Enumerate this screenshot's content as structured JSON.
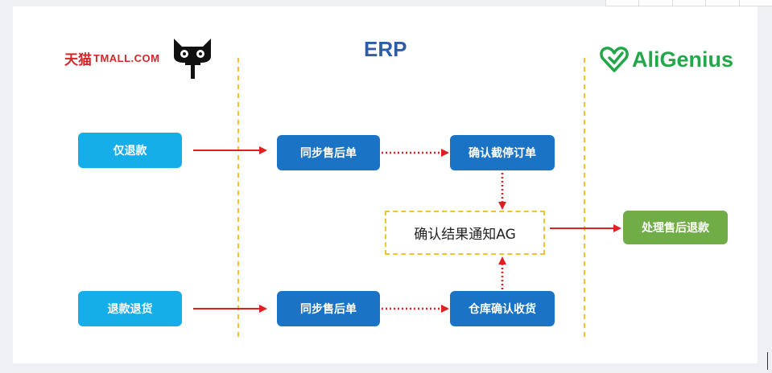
{
  "header": {
    "tmall_logo_cn": "天猫",
    "tmall_logo_en": "TMALL.COM",
    "erp_title": "ERP",
    "aligenius_logo": "AliGenius"
  },
  "boxes": {
    "refund_only": "仅退款",
    "return_refund": "退款退货",
    "sync_after_sale_1": "同步售后单",
    "sync_after_sale_2": "同步售后单",
    "confirm_intercept": "确认截停订单",
    "warehouse_confirm": "仓库确认收货",
    "confirm_result_notify": "确认结果通知AG",
    "process_refund": "处理售后退款"
  },
  "colors": {
    "light_blue": "#16aee9",
    "dark_blue": "#1a73c4",
    "green": "#70ad47",
    "arrow_red": "#e02020",
    "divider_yellow": "#f2c230",
    "title_blue": "#2e5da8",
    "tmall_red": "#d4262b",
    "aligenius_green": "#22a84a"
  }
}
